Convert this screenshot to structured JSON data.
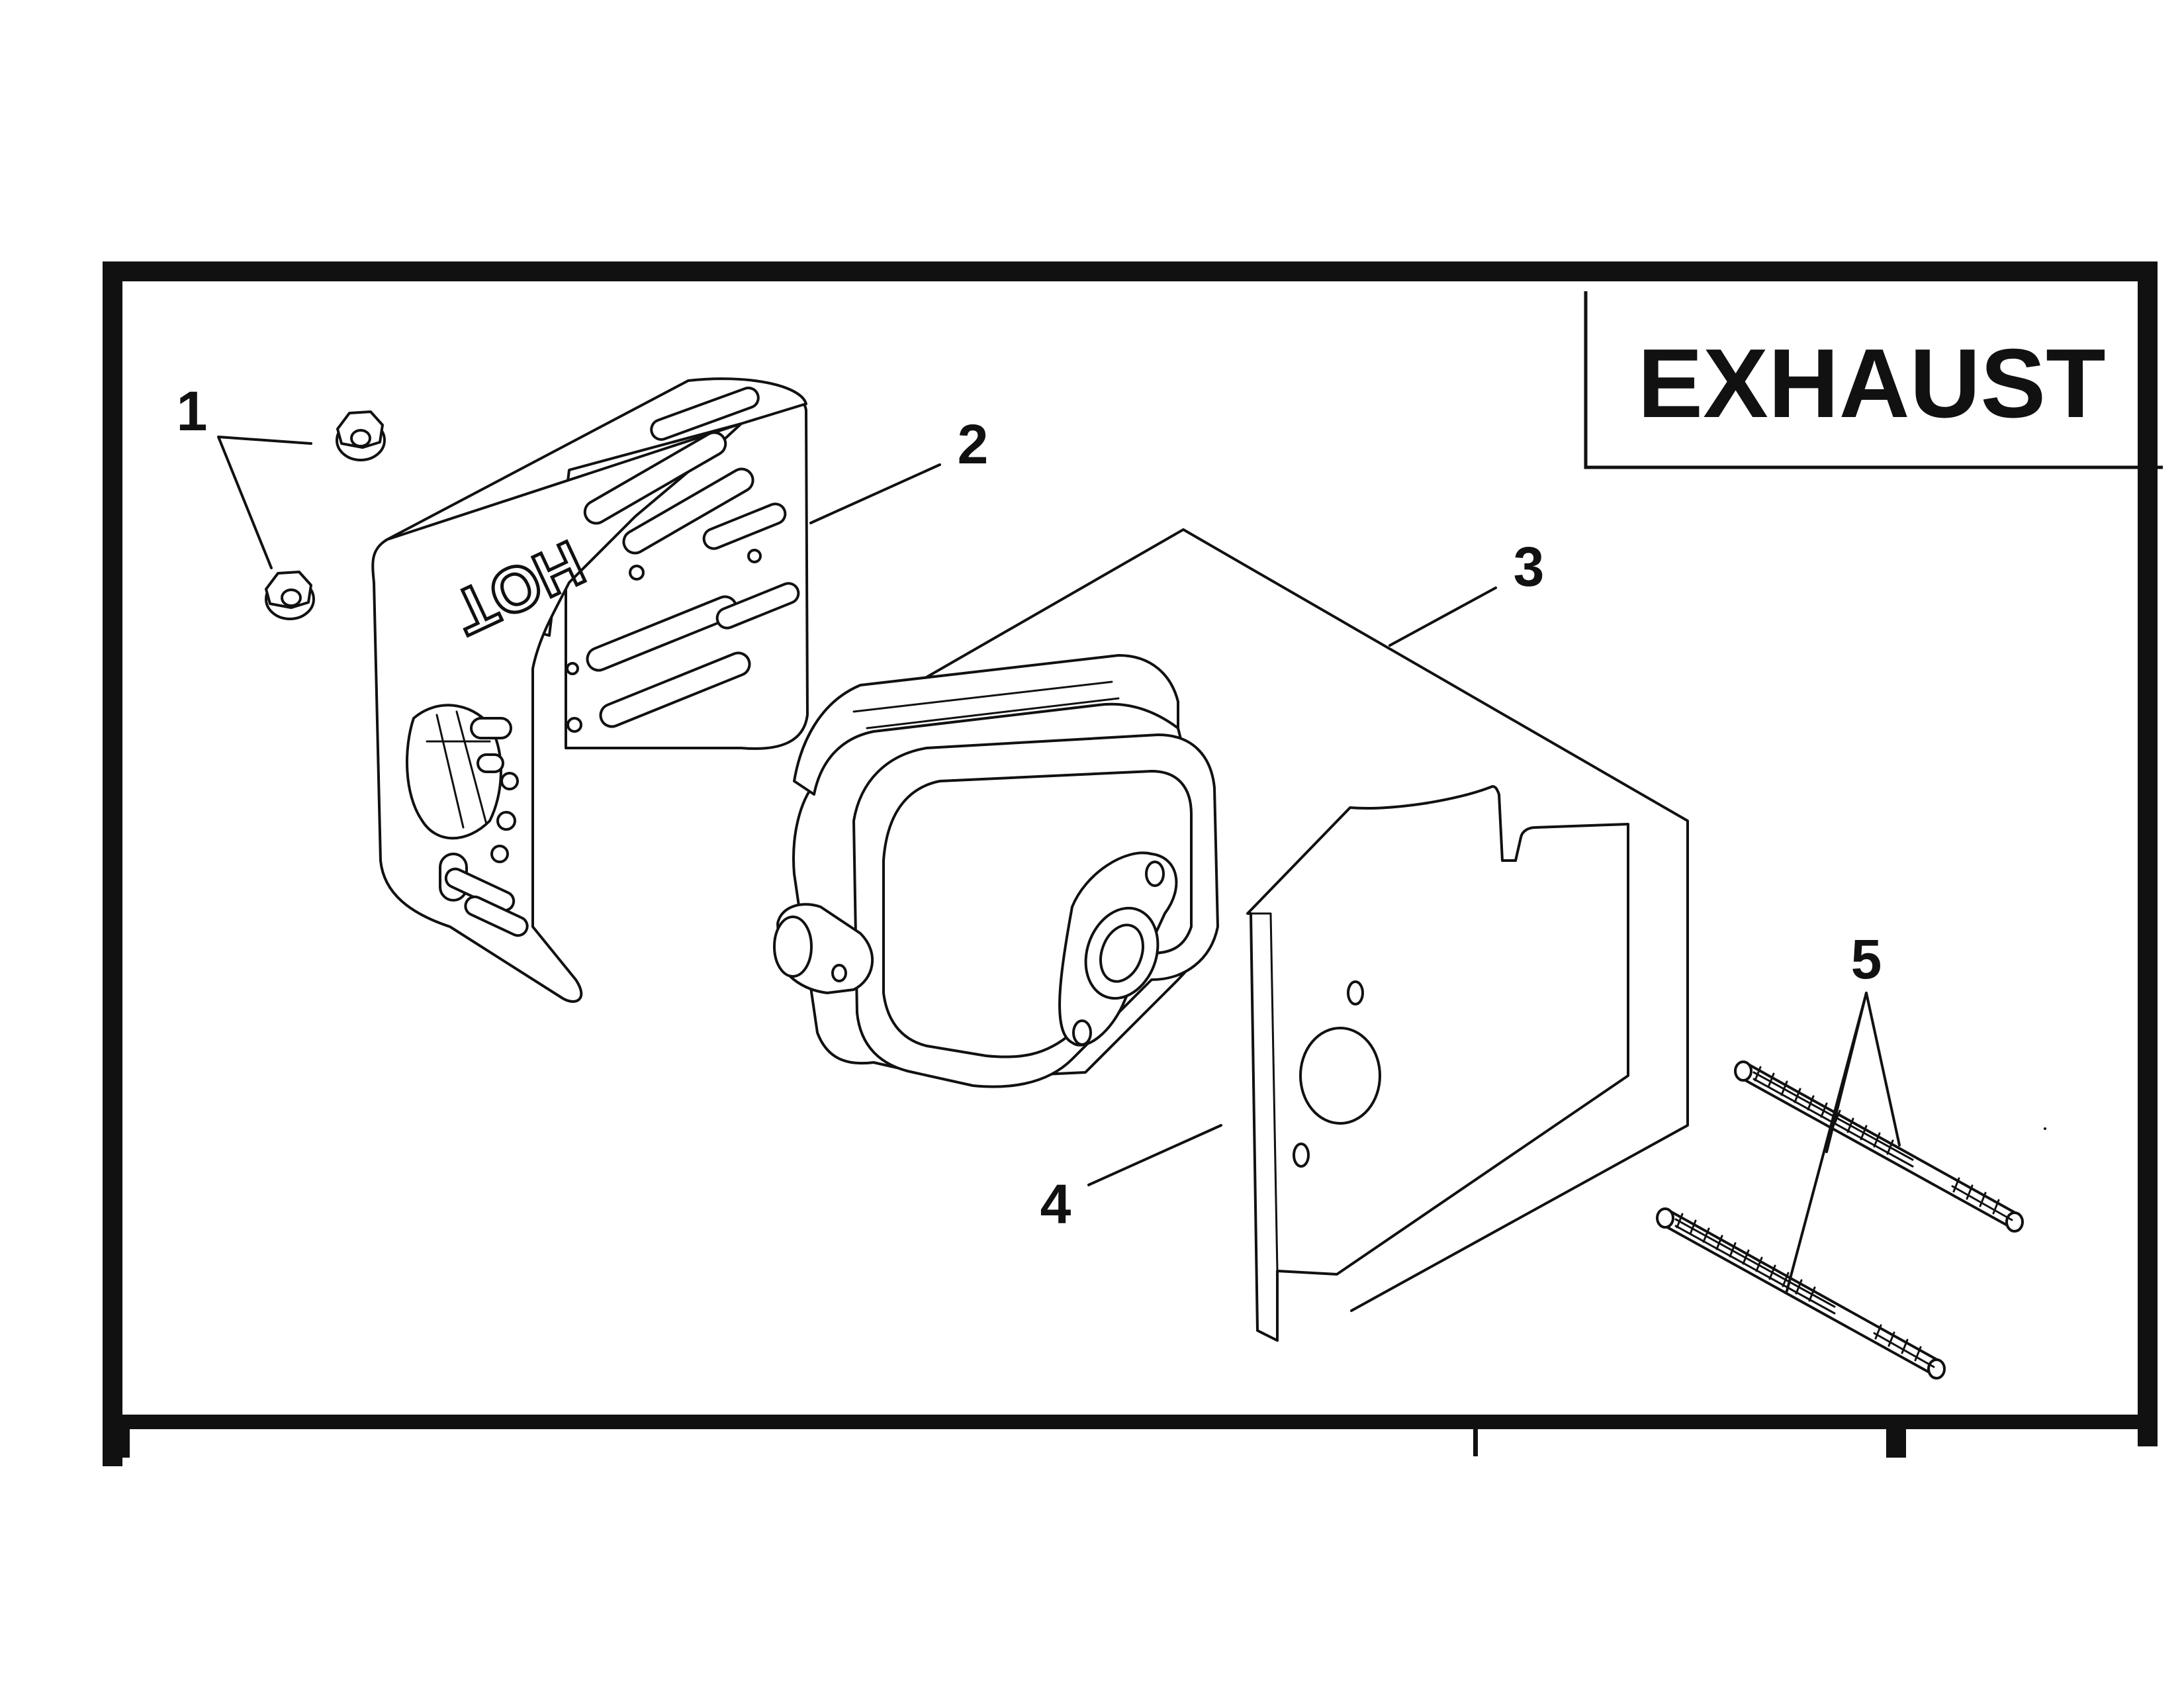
{
  "diagram": {
    "title": "EXHAUST",
    "callouts": [
      {
        "id": "1",
        "label": "1"
      },
      {
        "id": "2",
        "label": "2"
      },
      {
        "id": "3",
        "label": "3"
      },
      {
        "id": "4",
        "label": "4"
      },
      {
        "id": "5",
        "label": "5"
      }
    ],
    "shield_marking": "HOT"
  }
}
